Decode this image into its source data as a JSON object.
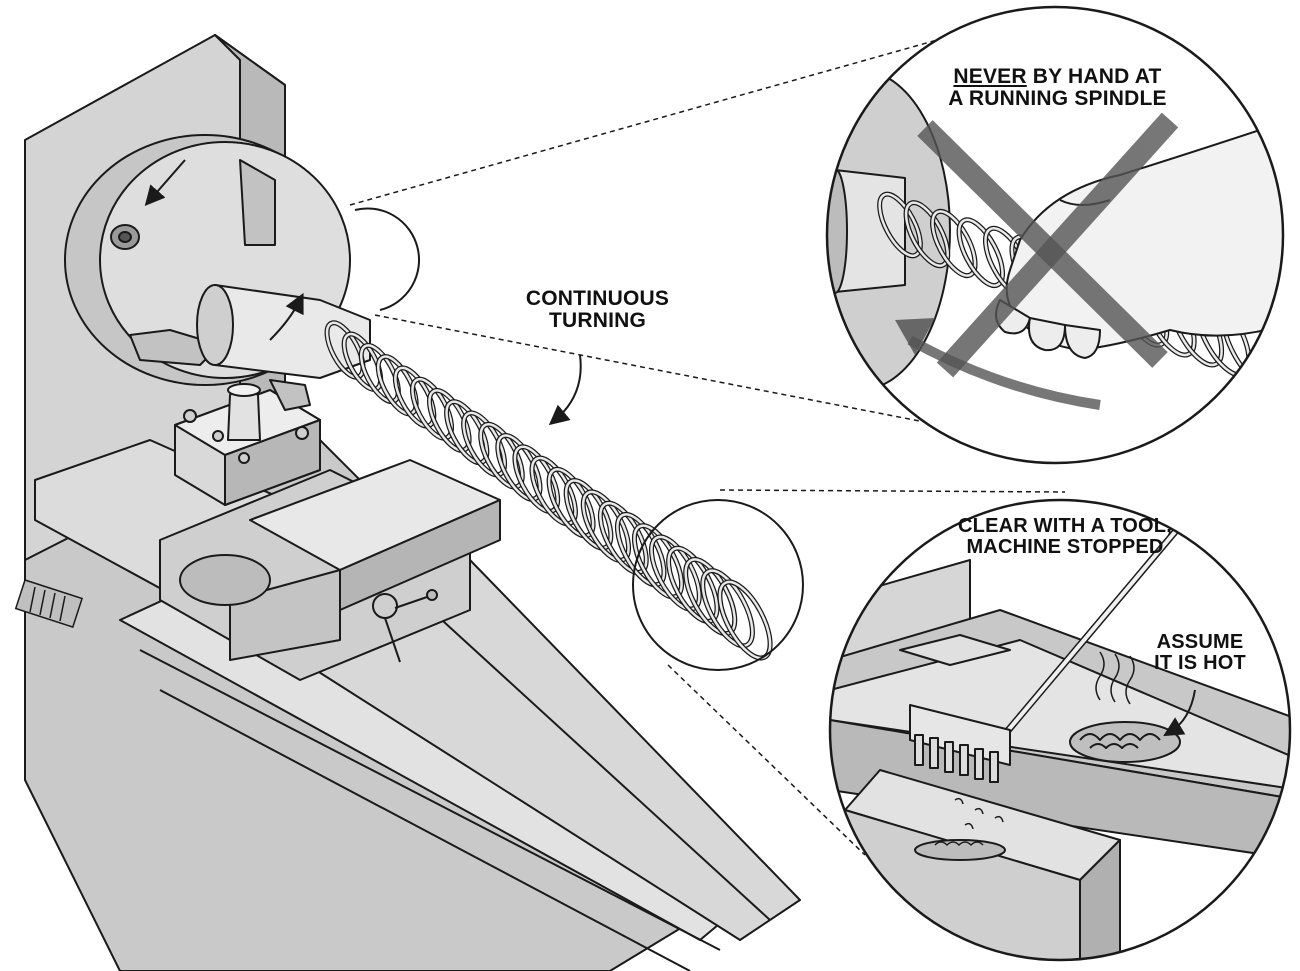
{
  "labels": {
    "continuous_turning": {
      "line1": "CONTINUOUS",
      "line2": "TURNING"
    },
    "never_by_hand": {
      "emph": "NEVER",
      "line1_rest": " BY HAND AT",
      "line2": "A RUNNING SPINDLE"
    },
    "clear_with_tool": {
      "line1": "CLEAR WITH A TOOL,",
      "line2": "MACHINE STOPPED"
    },
    "assume_hot": {
      "line1": "ASSUME",
      "line2": "IT IS HOT"
    }
  },
  "colors": {
    "ink": "#1a1a1a",
    "metal_light": "#e6e6e6",
    "metal_mid": "#bdbdbd",
    "metal_dark": "#8a8a8a",
    "cross": "#555555"
  }
}
